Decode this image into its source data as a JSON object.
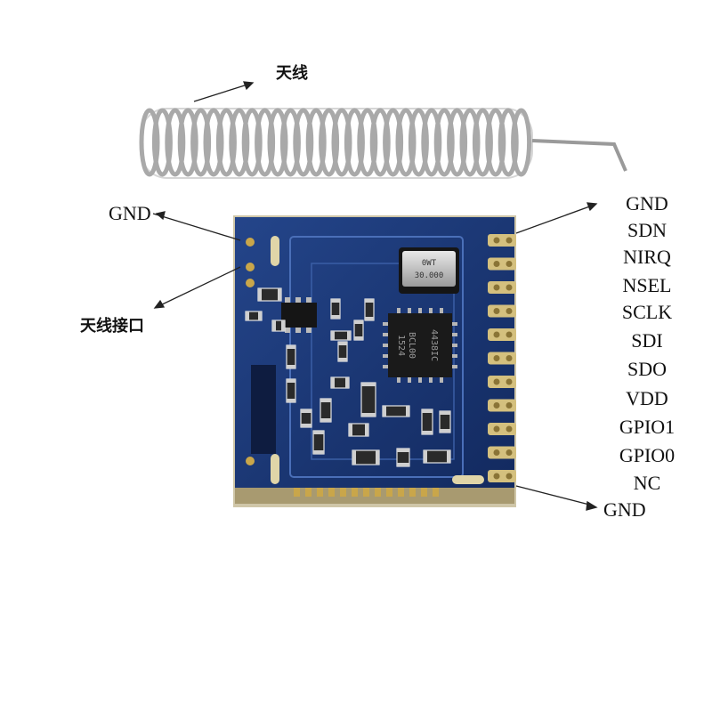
{
  "labels": {
    "antenna": "天线",
    "antenna_interface": "天线接口",
    "gnd_left": "GND",
    "gnd_bottom": "GND"
  },
  "pins": [
    "GND",
    "SDN",
    "NIRQ",
    "NSEL",
    "SCLK",
    "SDI",
    "SDO",
    "VDD",
    "GPIO1",
    "GPIO0",
    "NC"
  ],
  "chip_marking": [
    "4438IC",
    "BCL00",
    "1524"
  ],
  "crystal_marking": [
    "0WT",
    "30.000"
  ],
  "colors": {
    "pcb": "#1c3a7a",
    "pcb_dark": "#0f2356",
    "gold": "#c9a64a",
    "spring": "#b8b8b8"
  }
}
